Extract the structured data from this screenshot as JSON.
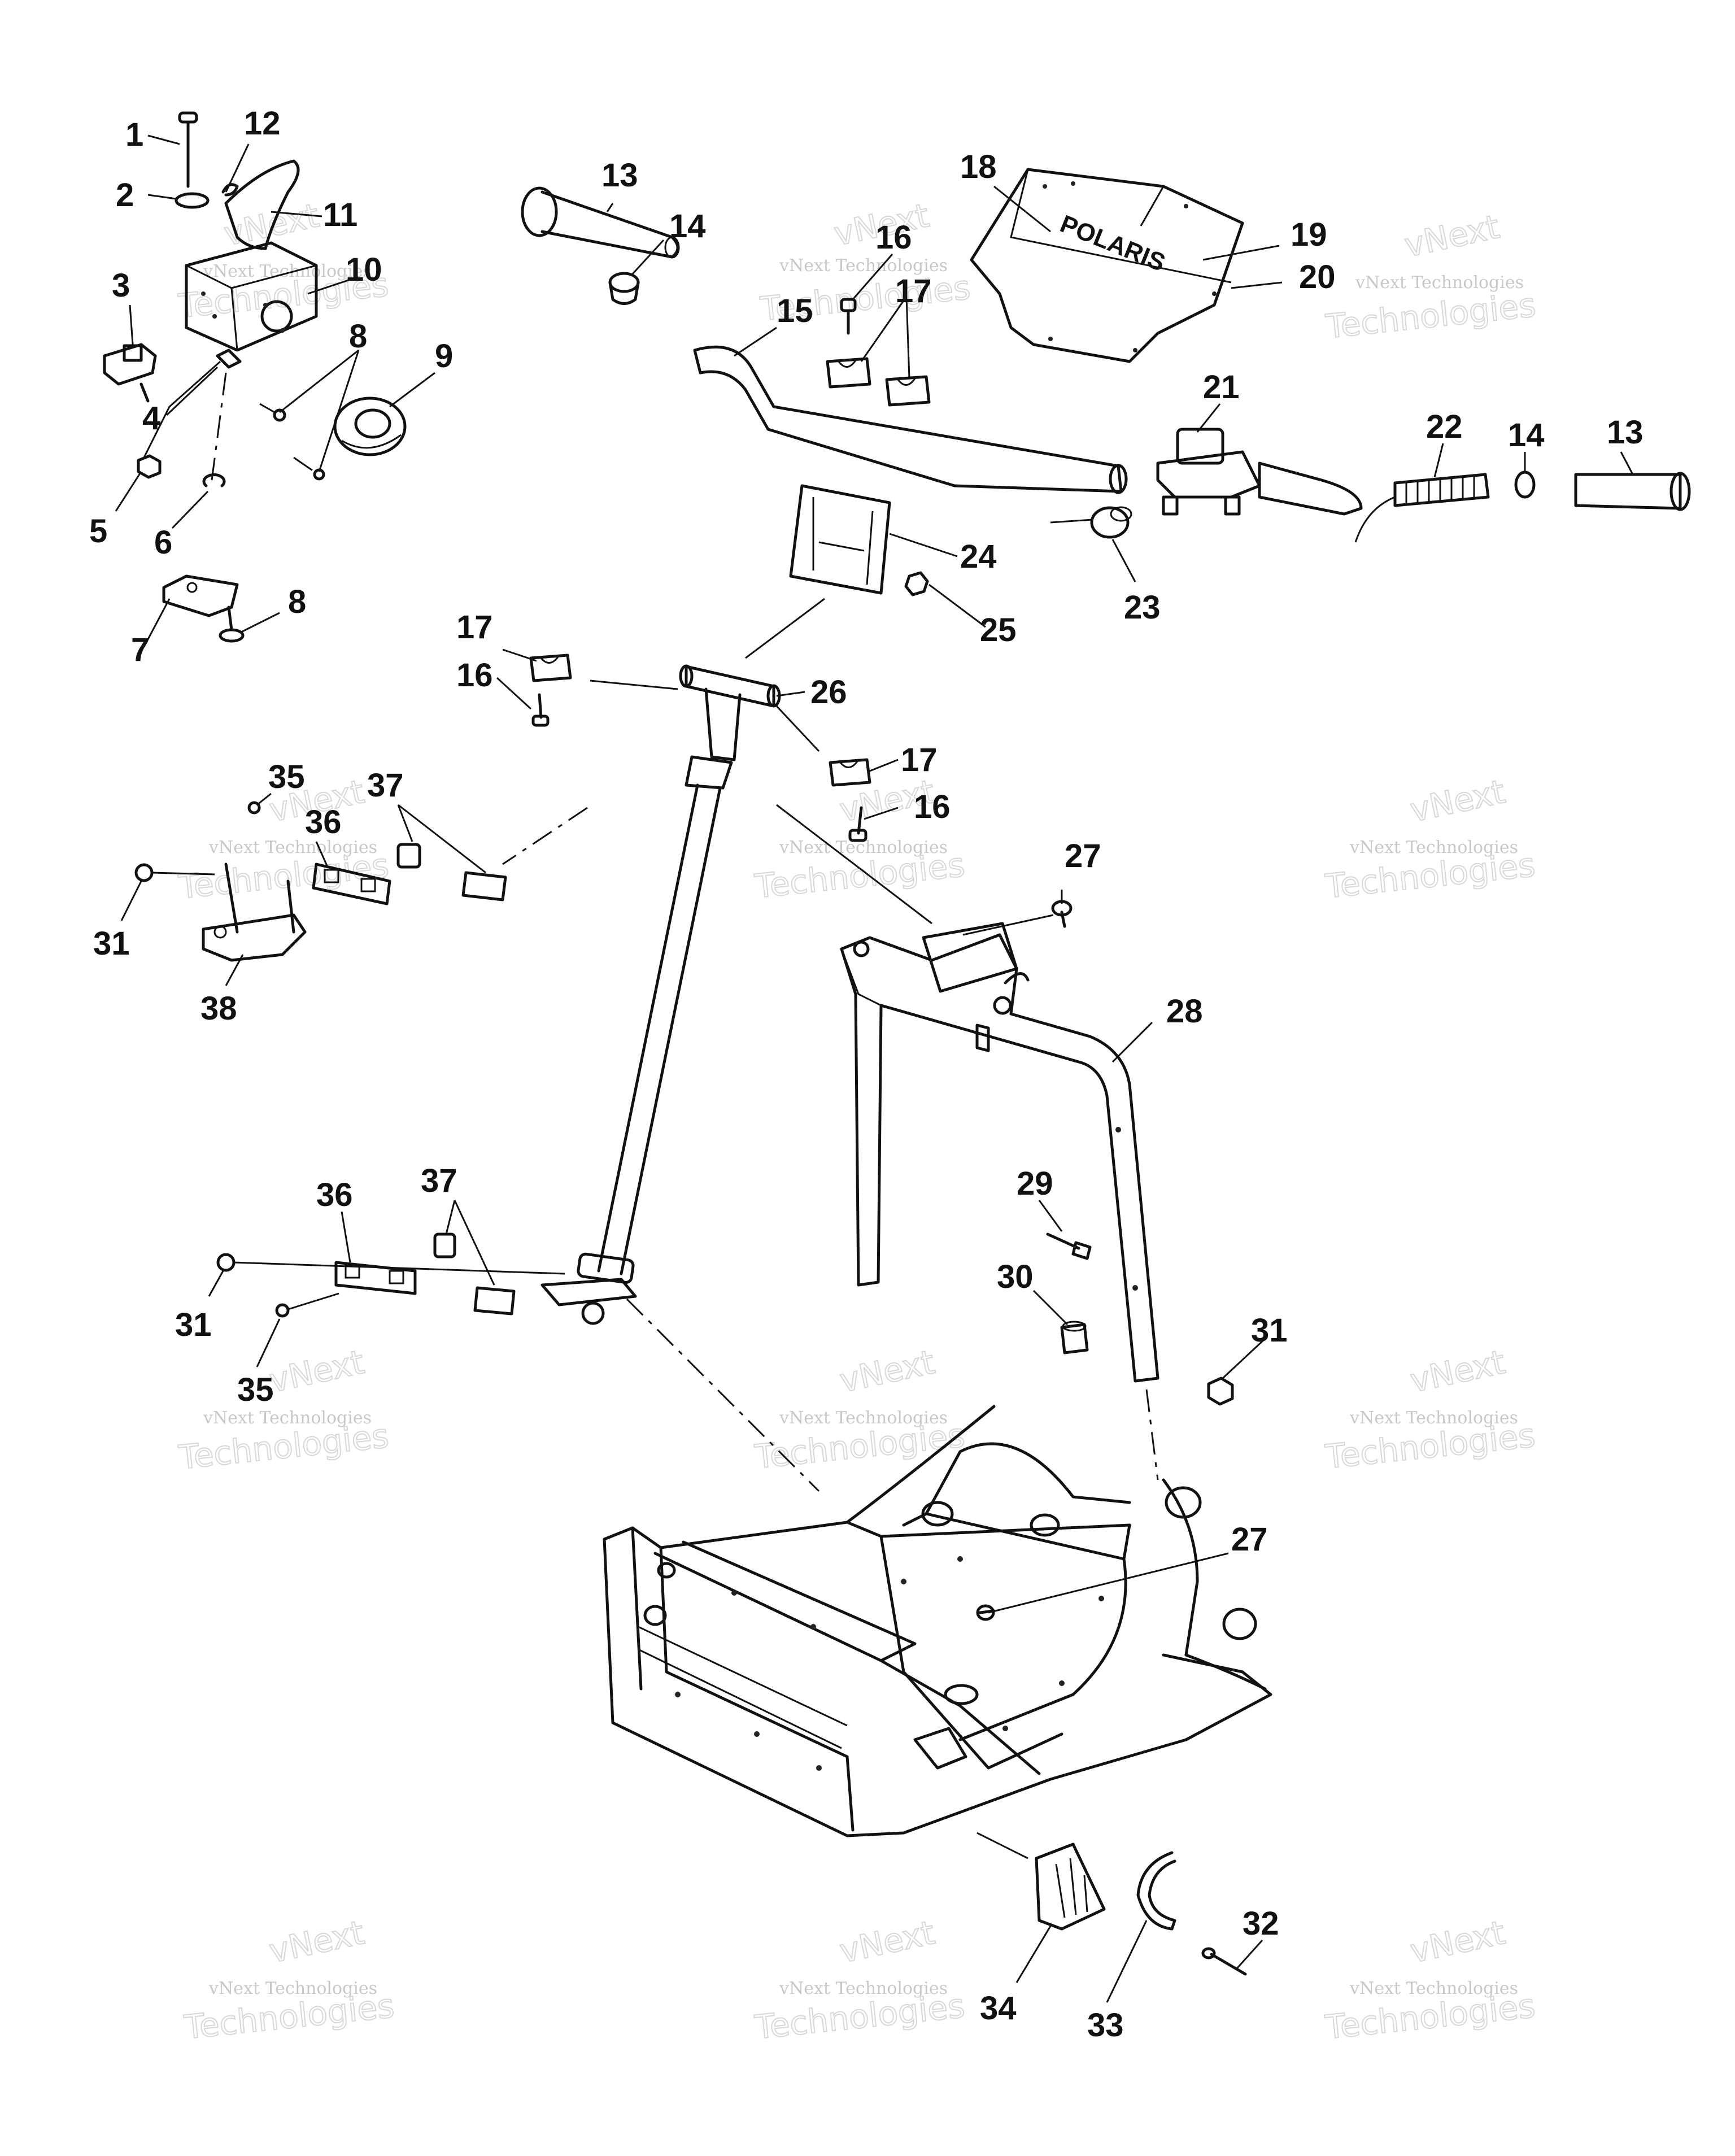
{
  "part_labels": [
    {
      "id": "1",
      "text": "1"
    },
    {
      "id": "2",
      "text": "2"
    },
    {
      "id": "3",
      "text": "3"
    },
    {
      "id": "4",
      "text": "4"
    },
    {
      "id": "5",
      "text": "5"
    },
    {
      "id": "6",
      "text": "6"
    },
    {
      "id": "7",
      "text": "7"
    },
    {
      "id": "8a",
      "text": "8"
    },
    {
      "id": "8b",
      "text": "8"
    },
    {
      "id": "9",
      "text": "9"
    },
    {
      "id": "10",
      "text": "10"
    },
    {
      "id": "11",
      "text": "11"
    },
    {
      "id": "12",
      "text": "12"
    },
    {
      "id": "13a",
      "text": "13"
    },
    {
      "id": "13b",
      "text": "13"
    },
    {
      "id": "14a",
      "text": "14"
    },
    {
      "id": "14b",
      "text": "14"
    },
    {
      "id": "15",
      "text": "15"
    },
    {
      "id": "16a",
      "text": "16"
    },
    {
      "id": "16b",
      "text": "16"
    },
    {
      "id": "16c",
      "text": "16"
    },
    {
      "id": "17a",
      "text": "17"
    },
    {
      "id": "17b",
      "text": "17"
    },
    {
      "id": "17c",
      "text": "17"
    },
    {
      "id": "18",
      "text": "18"
    },
    {
      "id": "19",
      "text": "19"
    },
    {
      "id": "20",
      "text": "20"
    },
    {
      "id": "21",
      "text": "21"
    },
    {
      "id": "22",
      "text": "22"
    },
    {
      "id": "23",
      "text": "23"
    },
    {
      "id": "24",
      "text": "24"
    },
    {
      "id": "25",
      "text": "25"
    },
    {
      "id": "26",
      "text": "26"
    },
    {
      "id": "27a",
      "text": "27"
    },
    {
      "id": "27b",
      "text": "27"
    },
    {
      "id": "28",
      "text": "28"
    },
    {
      "id": "29",
      "text": "29"
    },
    {
      "id": "30",
      "text": "30"
    },
    {
      "id": "31a",
      "text": "31"
    },
    {
      "id": "31b",
      "text": "31"
    },
    {
      "id": "31c",
      "text": "31"
    },
    {
      "id": "32",
      "text": "32"
    },
    {
      "id": "33",
      "text": "33"
    },
    {
      "id": "34",
      "text": "34"
    },
    {
      "id": "35a",
      "text": "35"
    },
    {
      "id": "35b",
      "text": "35"
    },
    {
      "id": "36a",
      "text": "36"
    },
    {
      "id": "36b",
      "text": "36"
    },
    {
      "id": "37a",
      "text": "37"
    },
    {
      "id": "37b",
      "text": "37"
    },
    {
      "id": "38",
      "text": "38"
    }
  ],
  "logo_text": "POLARIS",
  "watermark": {
    "line_small": "vNext Technologies",
    "top_word": "vNext",
    "bottom_word": "Technologies"
  },
  "colors": {
    "ink": "#111111",
    "watermark": "#c8c8c8"
  }
}
